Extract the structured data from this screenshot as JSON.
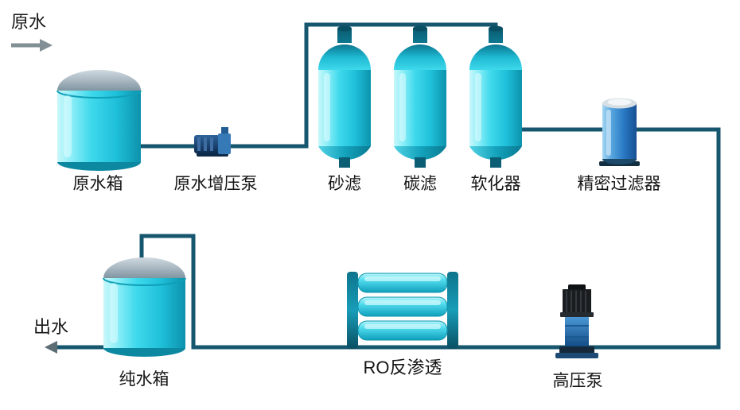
{
  "diagram": {
    "type": "process-flow",
    "labels": {
      "raw_water": "原水",
      "raw_water_tank": "原水箱",
      "booster_pump": "原水增压泵",
      "sand_filter": "砂滤",
      "carbon_filter": "碳滤",
      "softener": "软化器",
      "precision_filter": "精密过滤器",
      "outlet": "出水",
      "pure_water_tank": "纯水箱",
      "ro_unit": "RO反渗透",
      "high_pressure_pump": "高压泵"
    },
    "flow_order": [
      "原水",
      "原水箱",
      "原水增压泵",
      "砂滤",
      "碳滤",
      "软化器",
      "精密过滤器",
      "高压泵",
      "RO反渗透",
      "纯水箱",
      "出水"
    ],
    "colors": {
      "pipe": "#16566e",
      "equipment_cyan": "#3fd9ec",
      "tank_dome_gray": "#aab8c2",
      "precision_filter_blue": "#2b7cc7",
      "pump_navy": "#16406e",
      "motor_black": "#191d20",
      "arrow_gray": "#828f95",
      "label_text": "#161616",
      "background": "#ffffff"
    }
  }
}
